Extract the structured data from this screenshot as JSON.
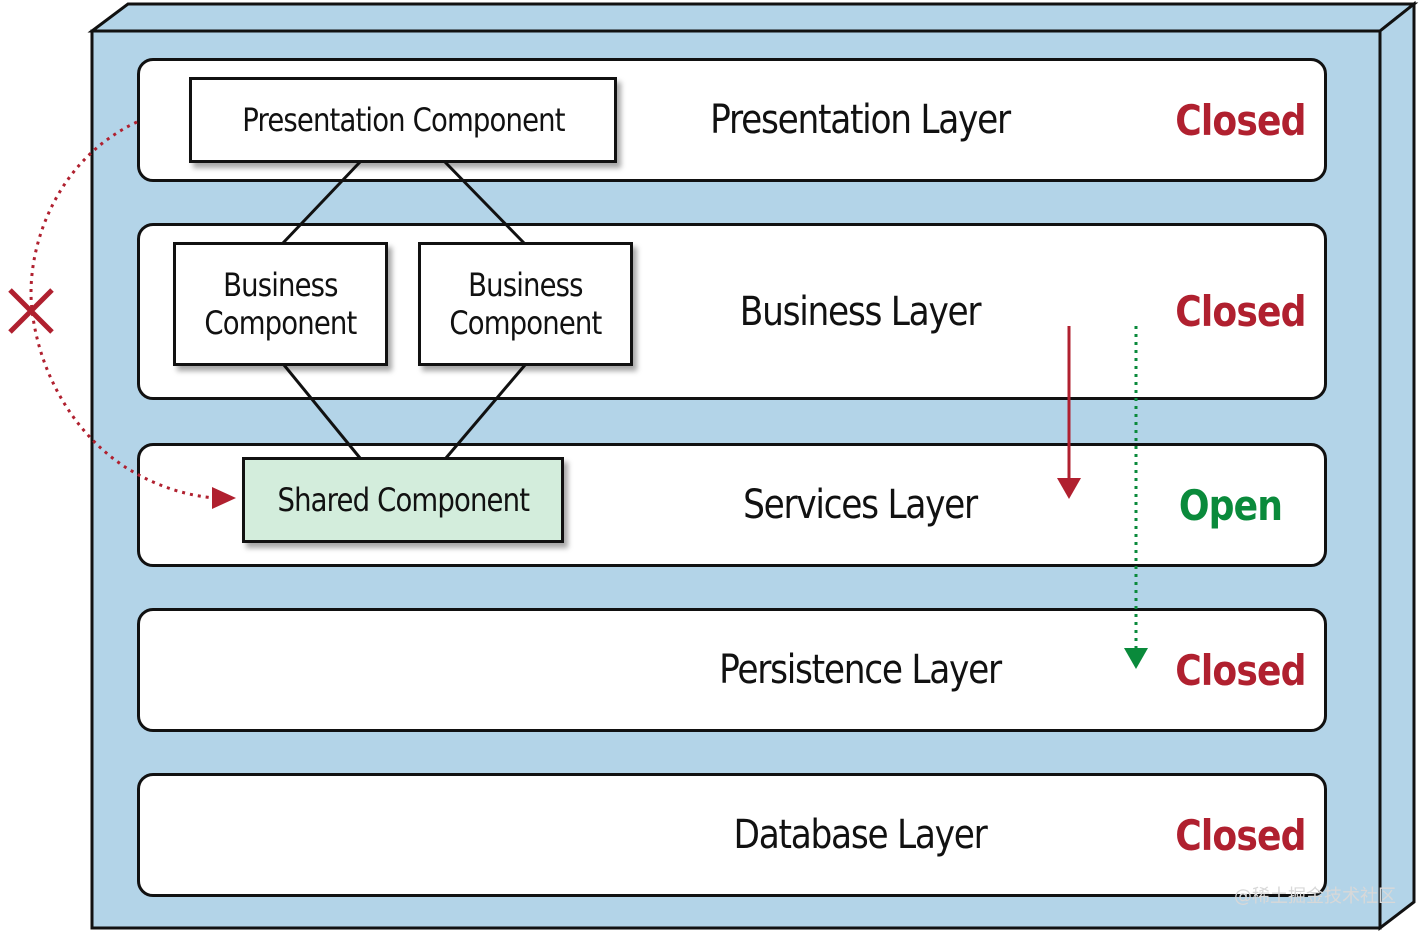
{
  "colors": {
    "container_fill": "#b3d4e8",
    "container_stroke": "#111111",
    "closed_status": "#b0202f",
    "open_status": "#0a8a3b",
    "shared_component_fill": "#d3eddc",
    "blocked_path": "#b0202f",
    "open_path": "#0a8a3b"
  },
  "layers": [
    {
      "name": "Presentation Layer",
      "status": "Closed",
      "status_type": "closed"
    },
    {
      "name": "Business Layer",
      "status": "Closed",
      "status_type": "closed"
    },
    {
      "name": "Services Layer",
      "status": "Open",
      "status_type": "open"
    },
    {
      "name": "Persistence Layer",
      "status": "Closed",
      "status_type": "closed"
    },
    {
      "name": "Database Layer",
      "status": "Closed",
      "status_type": "closed"
    }
  ],
  "components": {
    "presentation": "Presentation Component",
    "business_left": "Business\nComponent",
    "business_right": "Business\nComponent",
    "shared": "Shared Component"
  },
  "icons": {
    "blocked": "x-mark-icon",
    "down_arrow_closed": "red-down-arrow-icon",
    "down_arrow_open": "green-dotted-down-arrow-icon",
    "shared_arrow": "red-dotted-arrow-icon"
  },
  "watermark": "@稀土掘金技术社区"
}
